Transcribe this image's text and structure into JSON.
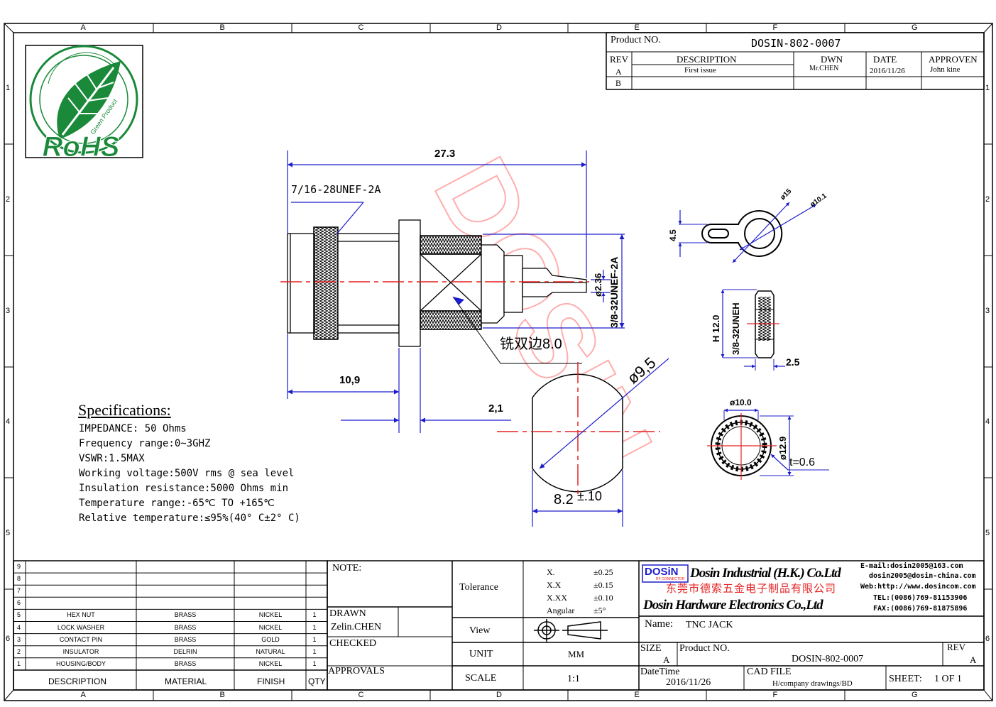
{
  "zones": {
    "columns": [
      "A",
      "B",
      "C",
      "D",
      "E",
      "F",
      "G"
    ],
    "rows": [
      "1",
      "2",
      "3",
      "4",
      "5",
      "6"
    ]
  },
  "logo": {
    "main": "RoHS",
    "sub": "Green Product"
  },
  "watermark": "DOSIN",
  "revision_block": {
    "product_no_label": "Product NO.",
    "product_no": "DOSIN-802-0007",
    "headers": [
      "REV",
      "DESCRIPTION",
      "DWN",
      "DATE",
      "APPROVEN"
    ],
    "rows": [
      {
        "rev": "A",
        "description": "First issue",
        "dwn": "Mr.CHEN",
        "date": "2016/11/26",
        "approven": "John kine"
      },
      {
        "rev": "B",
        "description": "",
        "dwn": "",
        "date": "",
        "approven": ""
      }
    ]
  },
  "dimensions": {
    "overall_length": "27.3",
    "thread_front": "7/16-28UNEF-2A",
    "thread_rear": "3/8-32UNEF-2A",
    "pin_dia": "ø2.36",
    "milled_note": "铣双边8.0",
    "len_10_9": "10,9",
    "len_2_1": "2,1",
    "cut_dia": "ø9,5",
    "cut_flat": "8.2",
    "cut_tol": "±.10",
    "lug_h": "4.5",
    "lug_d1": "ø15",
    "lug_d2": "ø10.1",
    "nut_h": "H 12.0",
    "nut_thread": "3/8-32UNEH",
    "nut_w": "2.5",
    "washer_d1": "ø10.0",
    "washer_d2": "ø12.9",
    "washer_t": "t=0.6"
  },
  "specifications": {
    "title": "Specifications:",
    "lines": [
      "IMPEDANCE: 50 Ohms",
      "Frequency range:0~3GHZ",
      "VSWR:1.5MAX",
      "Working voltage:500V rms @ sea level",
      "Insulation resistance:5000 Ohms min",
      "Temperature range:-65℃ TO +165℃",
      "Relative temperature:≤95%(40° C±2° C)"
    ]
  },
  "bom": {
    "headers": [
      "DESCRIPTION",
      "MATERIAL",
      "FINISH",
      "QTY"
    ],
    "rows": [
      {
        "no": "9",
        "description": "",
        "material": "",
        "finish": "",
        "qty": ""
      },
      {
        "no": "8",
        "description": "",
        "material": "",
        "finish": "",
        "qty": ""
      },
      {
        "no": "7",
        "description": "",
        "material": "",
        "finish": "",
        "qty": ""
      },
      {
        "no": "6",
        "description": "",
        "material": "",
        "finish": "",
        "qty": ""
      },
      {
        "no": "5",
        "description": "HEX NUT",
        "material": "BRASS",
        "finish": "NICKEL",
        "qty": "1"
      },
      {
        "no": "4",
        "description": "LOCK WASHER",
        "material": "BRASS",
        "finish": "NICKEL",
        "qty": "1"
      },
      {
        "no": "3",
        "description": "CONTACT PIN",
        "material": "BRASS",
        "finish": "GOLD",
        "qty": "1"
      },
      {
        "no": "2",
        "description": "INSULATOR",
        "material": "DELRIN",
        "finish": "NATURAL",
        "qty": "1"
      },
      {
        "no": "1",
        "description": "HOUSING/BODY",
        "material": "BRASS",
        "finish": "NICKEL",
        "qty": "1"
      }
    ]
  },
  "notes": {
    "note_label": "NOTE:",
    "drawn_label": "DRAWN",
    "drawn_by": "Zelin.CHEN",
    "checked_label": "CHECKED",
    "approvals_label": "APPROVALS"
  },
  "tolerance": {
    "label": "Tolerance",
    "rows": [
      {
        "k": "X.",
        "v": "±0.25"
      },
      {
        "k": "X.X",
        "v": "±0.15"
      },
      {
        "k": "X.XX",
        "v": "±0.10"
      },
      {
        "k": "Angular",
        "v": "±5°"
      }
    ],
    "view_label": "View",
    "unit_label": "UNIT",
    "unit": "MM",
    "scale_label": "SCALE",
    "scale": "1:1"
  },
  "company": {
    "brand": "DOSiN",
    "brand_sub": "RF CONNECTOR",
    "name_hk": "Dosin Industrial (H.K.) Co.Ltd",
    "name_cn": "东莞市德索五金电子制品有限公司",
    "name_hw": "Dosin Hardware Electronics Co.,Ltd",
    "email1": "E-mail:dosin2005@163.com",
    "email2": "dosin2005@dosin-china.com",
    "web": "Web:http://www.dosincom.com",
    "tel": "TEL:(0086)769-81153906",
    "fax": "FAX:(0086)769-81875896"
  },
  "title_block": {
    "name_label": "Name:",
    "name": "TNC JACK",
    "size_label": "SIZE",
    "size": "A",
    "product_no_label": "Product NO.",
    "product_no": "DOSIN-802-0007",
    "rev_label": "REV",
    "rev": "A",
    "datetime_label": "DateTime",
    "datetime": "2016/11/26",
    "cad_label": "CAD FILE",
    "cad_path": "H/company drawings/BD",
    "sheet_label": "SHEET:",
    "sheet": "1 OF 1"
  }
}
